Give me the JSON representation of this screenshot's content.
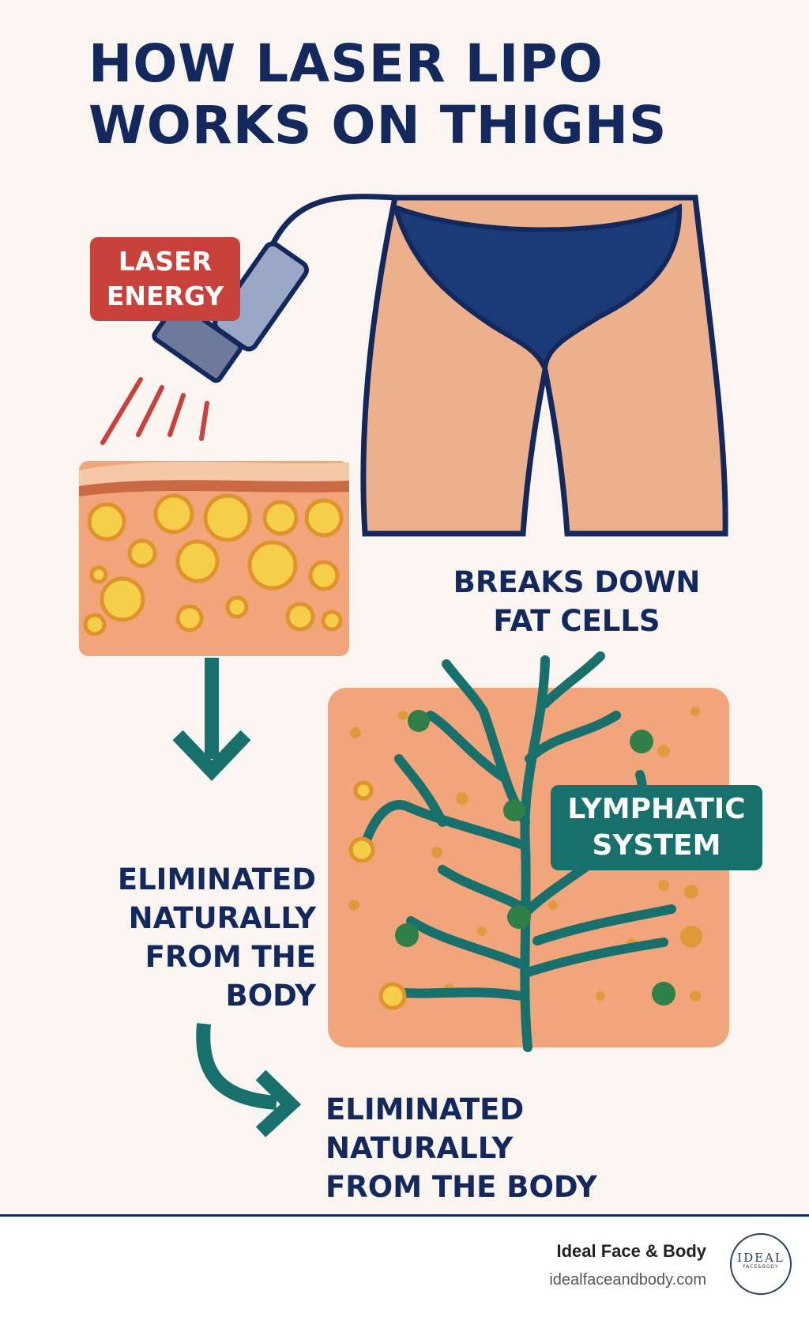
{
  "title": {
    "line1": "HOW LASER LIPO",
    "line2": "WORKS ON THIGHS"
  },
  "laser_badge": {
    "line1": "LASER",
    "line2": "ENERGY"
  },
  "breaks_label": {
    "line1": "BREAKS DOWN",
    "line2": "FAT CELLS"
  },
  "lymph_badge": {
    "line1": "LYMPHATIC",
    "line2": "SYSTEM"
  },
  "eliminated_left": {
    "line1": "ELIMINATED",
    "line2": "NATURALLY",
    "line3": "FROM THE",
    "line4": "BODY"
  },
  "eliminated_bottom": {
    "line1": "ELIMINATED",
    "line2": "NATURALLY",
    "line3": "FROM THE BODY"
  },
  "footer": {
    "brand": "Ideal Face & Body",
    "url": "idealfaceandbody.com",
    "logo_text": "IDEAL",
    "logo_sub": "FACE&BODY"
  },
  "colors": {
    "navy": "#13285c",
    "laser_red": "#c8413a",
    "teal": "#17706c",
    "skin": "#ecb08c",
    "fat_yellow": "#f6cf4a",
    "background": "#faf5f1"
  }
}
